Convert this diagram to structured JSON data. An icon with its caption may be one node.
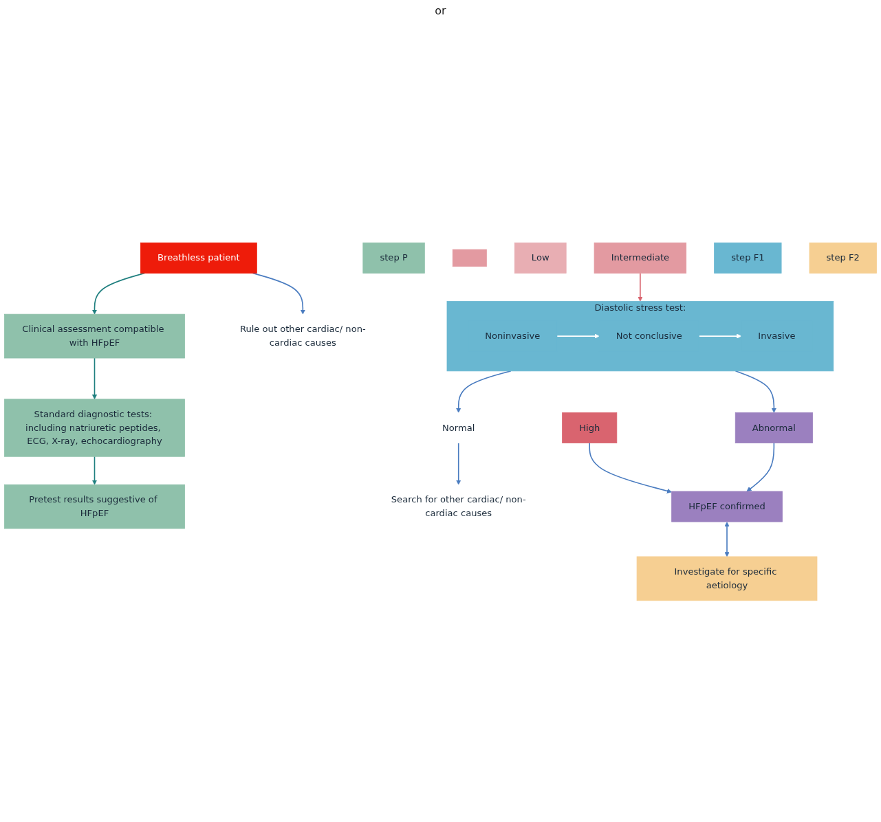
{
  "diagram": {
    "nodes": [
      {
        "text": [
          "Breathless patient"
        ]
      },
      {
        "text": [
          "step P"
        ]
      },
      {
        "text": [
          "Rule out other cardiac/ non-cardiac causes"
        ]
      },
      {
        "text": [
          "Clinical assessment compatible with HFpEF"
        ]
      },
      {
        "text": [
          "Standard diagnostic tests: including natriuretic peptides, ECG, X-ray, echocardiography"
        ]
      },
      {
        "text": [
          "Pretest results suggestive of HFpEF"
        ]
      },
      {
        "text": [],
        "shape": "box"
      },
      {
        "text": [
          "Low"
        ]
      },
      {
        "text": [
          "Intermediate"
        ]
      },
      {
        "text": [
          "High"
        ]
      },
      {
        "text": [
          "step F1"
        ]
      },
      {
        "text": [
          "Diastolic stress test:"
        ]
      },
      {
        "text": [
          "Noninvasive"
        ],
        "in": 11
      },
      {
        "text": [
          "Invasive"
        ],
        "in": 11
      },
      {
        "text": [
          "Not conclusive"
        ],
        "in": 11
      },
      {
        "text": [
          "Normal"
        ]
      },
      {
        "text": [
          "Search for other cardiac/ non-cardiac causes"
        ]
      },
      {
        "text": [
          "Abnormal"
        ]
      },
      {
        "text": [
          "HFpEF confirmed"
        ]
      },
      {
        "text": [
          "step F2"
        ]
      },
      {
        "text": [
          "Investigate for specific aetiology"
        ]
      }
    ],
    "edges": [
      {
        "from": 0,
        "to": 2,
        "arrow": "to"
      },
      {
        "from": 0,
        "to": 3,
        "arrow": "to",
        "color": "#1f7f7f"
      },
      {
        "from": 3,
        "to": 4,
        "arrow": "to",
        "color": "#1f7f7f"
      },
      {
        "from": 4,
        "to": 5,
        "arrow": "to",
        "color": "#1f7f7f"
      },
      {
        "from": 8,
        "to": 11,
        "arrow": "to",
        "color": "#d9646f"
      },
      {
        "from": 9,
        "to": 18,
        "arrow": "to"
      },
      {
        "from": 11,
        "to": 15,
        "arrow": "to"
      },
      {
        "from": 12,
        "to": 14,
        "arrow": "to",
        "color": "#ffffff"
      },
      {
        "from": 14,
        "to": 13,
        "arrow": "to",
        "color": "#ffffff"
      },
      {
        "from": 15,
        "to": 16,
        "arrow": "to"
      },
      {
        "from": 11,
        "to": 17,
        "arrow": "to"
      },
      {
        "from": 17,
        "to": 18,
        "arrow": "to"
      },
      {
        "from": 18,
        "to": 20,
        "arrow": "both"
      }
    ],
    "labels": [
      "or"
    ]
  }
}
